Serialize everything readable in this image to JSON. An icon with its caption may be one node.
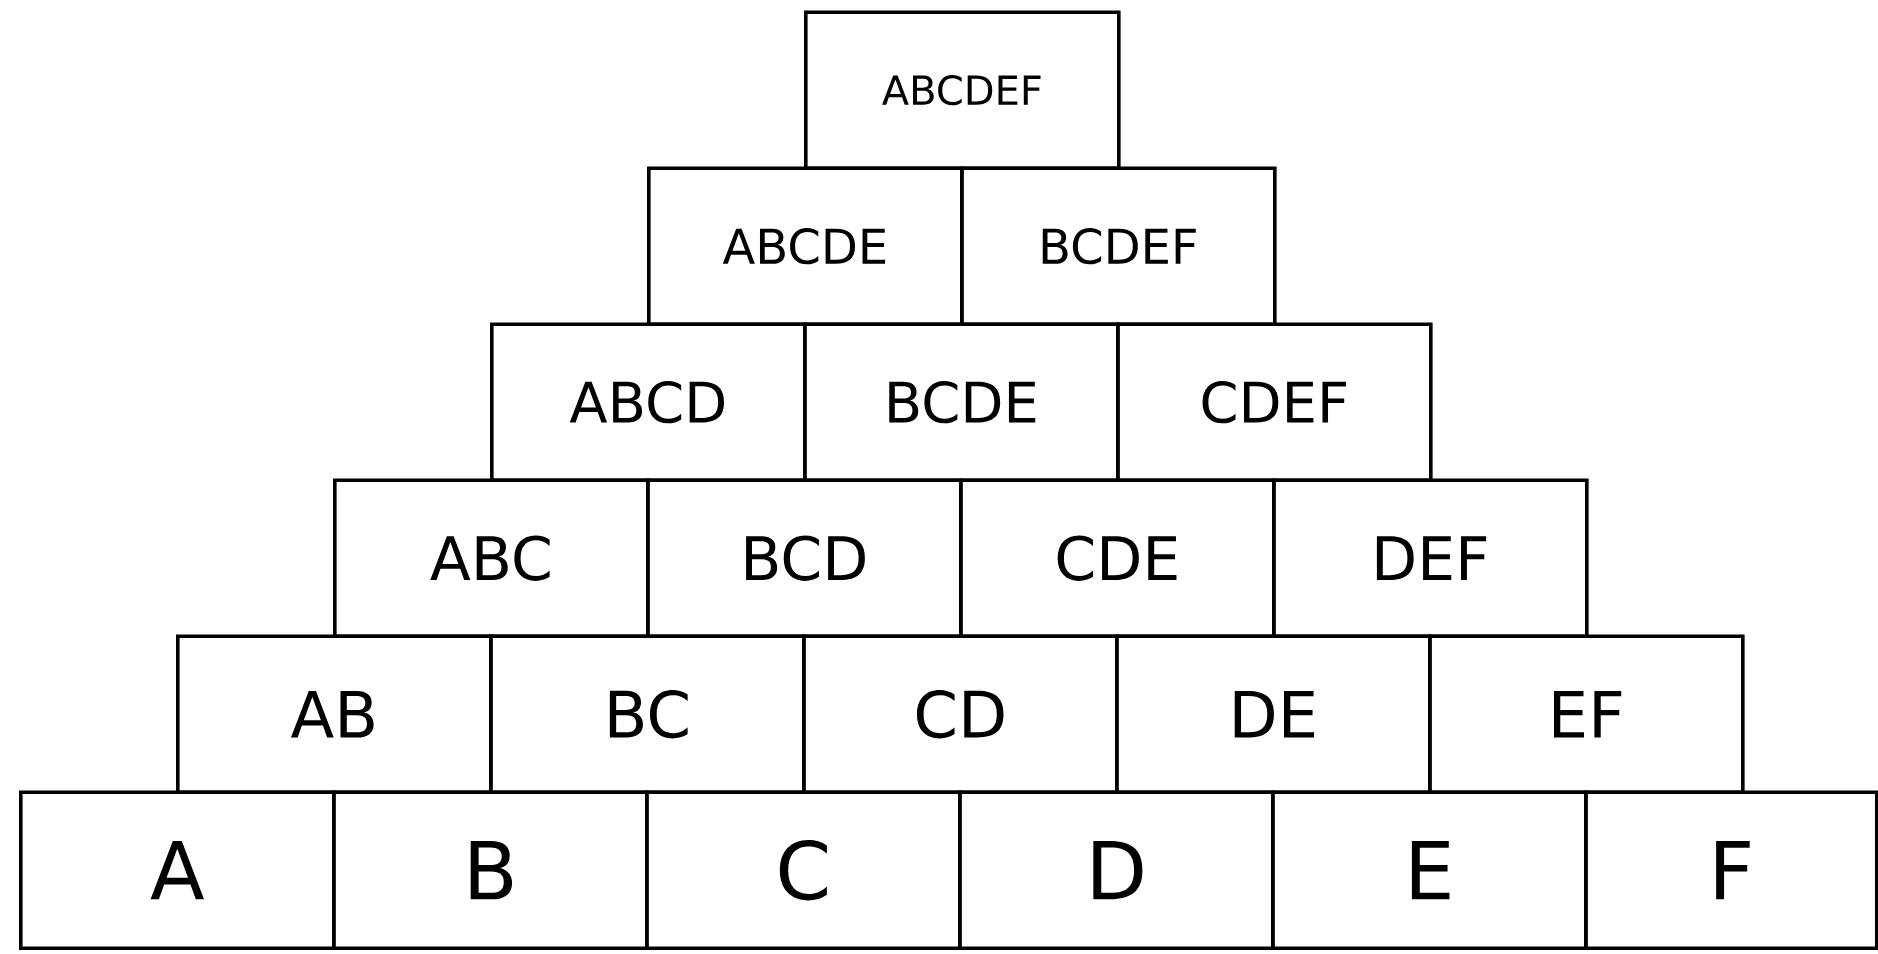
{
  "diagram": {
    "nodes": [
      {
        "text": [
          "ABCDEF"
        ]
      },
      {
        "text": [
          "ABCDE"
        ]
      },
      {
        "text": [
          "BCDEF"
        ]
      },
      {
        "text": [
          "ABCD"
        ]
      },
      {
        "text": [
          "BCDE"
        ]
      },
      {
        "text": [
          "CDEF"
        ]
      },
      {
        "text": [
          "ABC"
        ]
      },
      {
        "text": [
          "BCD"
        ]
      },
      {
        "text": [
          "CDE"
        ]
      },
      {
        "text": [
          "DEF"
        ]
      },
      {
        "text": [
          "AB"
        ]
      },
      {
        "text": [
          "BC"
        ]
      },
      {
        "text": [
          "CD"
        ]
      },
      {
        "text": [
          "DE"
        ]
      },
      {
        "text": [
          "EF"
        ]
      },
      {
        "text": [
          "A"
        ]
      },
      {
        "text": [
          "B"
        ]
      },
      {
        "text": [
          "C"
        ]
      },
      {
        "text": [
          "D"
        ]
      },
      {
        "text": [
          "E"
        ]
      },
      {
        "text": [
          "F"
        ]
      }
    ]
  }
}
